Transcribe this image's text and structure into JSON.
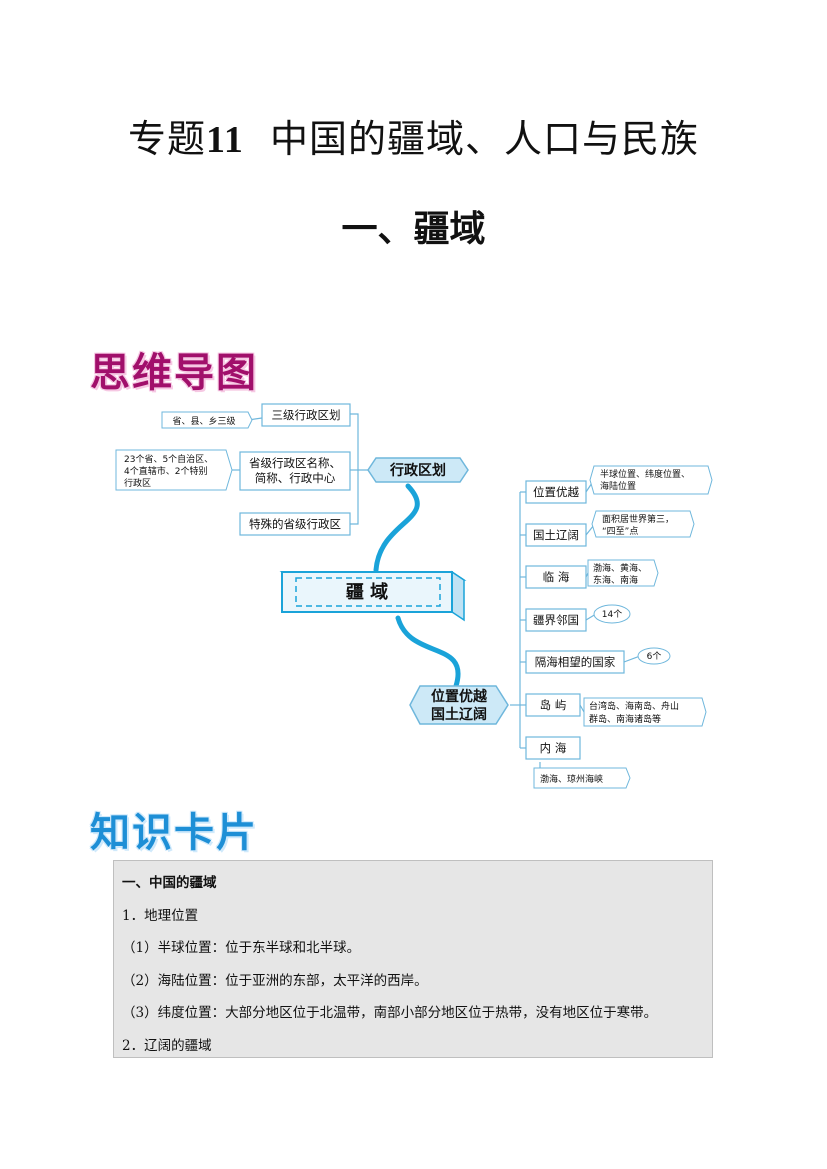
{
  "doc": {
    "title_prefix": "专题",
    "title_num": "11",
    "title_suffix": "中国的疆域、人口与民族",
    "section": "一、疆域"
  },
  "banners": {
    "mindmap": "思维导图",
    "card": "知识卡片"
  },
  "mindmap": {
    "center": "疆 域",
    "admin_hub": "行政区划",
    "pos_hub": [
      "位置优越",
      "国土辽阔"
    ],
    "admin_nodes": [
      {
        "label": [
          "三级行政区划"
        ],
        "note": [
          "省、县、乡三级"
        ]
      },
      {
        "label": [
          "省级行政区名称、",
          "简称、行政中心"
        ],
        "note": [
          "23个省、5个自治区、",
          "4个直辖市、2个特别",
          "行政区"
        ]
      },
      {
        "label": [
          "特殊的省级行政区"
        ],
        "note": []
      }
    ],
    "pos_nodes": [
      {
        "label": "位置优越",
        "note": [
          "半球位置、纬度位置、",
          "海陆位置"
        ]
      },
      {
        "label": "国土辽阔",
        "note": [
          "面积居世界第三，",
          "“四至”点"
        ]
      },
      {
        "label": "临 海",
        "note": [
          "渤海、黄海、",
          "东海、南海"
        ]
      },
      {
        "label": "疆界邻国",
        "note": [
          "14个"
        ]
      },
      {
        "label": "隔海相望的国家",
        "note": [
          "6个"
        ]
      },
      {
        "label": "岛 屿",
        "note": [
          "台湾岛、海南岛、舟山",
          "群岛、南海诸岛等"
        ]
      },
      {
        "label": "内 海",
        "note": [
          "渤海、琼州海峡"
        ]
      }
    ]
  },
  "card": {
    "heading": "一、中国的疆域",
    "lines": [
      "1．地理位置",
      "（1）半球位置：位于东半球和北半球。",
      "（2）海陆位置：位于亚洲的东部，太平洋的西岸。",
      "（3）纬度位置：大部分地区位于北温带，南部小部分地区位于热带，没有地区位于寒带。",
      "2．辽阔的疆域"
    ]
  },
  "colors": {
    "node_border": "#6fb7dc",
    "hub_fill": "#cde9f7",
    "curve": "#1aa3d9",
    "mindmap_banner": "#a10f6b",
    "card_banner": "#1e8fd6"
  }
}
